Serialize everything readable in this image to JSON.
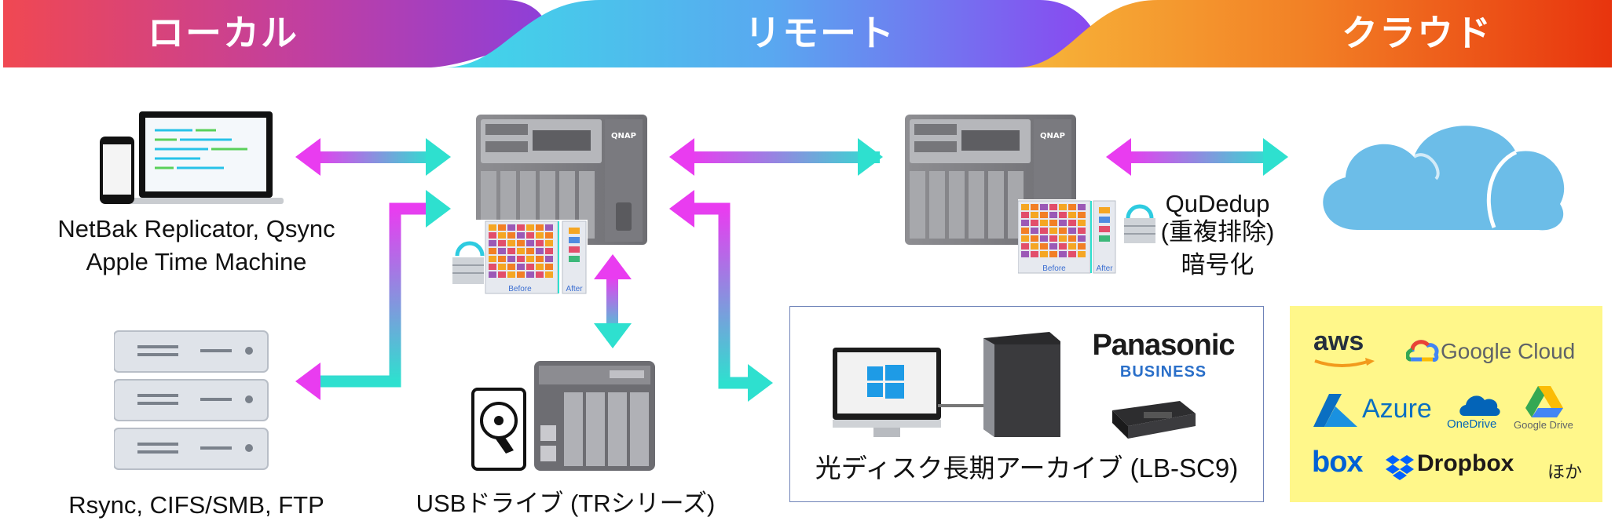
{
  "banner": {
    "local": "ローカル",
    "remote": "リモート",
    "cloud": "クラウド",
    "colors": {
      "local_start": "#f04852",
      "local_end": "#8d3fd9",
      "remote_start": "#3fd9e8",
      "remote_end": "#8a46f0",
      "cloud_start": "#f7b63a",
      "cloud_end": "#e8340e"
    }
  },
  "captions": {
    "pc_line1": "NetBak Replicator, Qsync",
    "pc_line2": "Apple Time Machine",
    "servers": "Rsync, CIFS/SMB, FTP",
    "usb": "USBドライブ (TRシリーズ)",
    "dedup_line1": "QuDedup",
    "dedup_line2": "(重複排除)",
    "dedup_line3": "暗号化",
    "archive": "光ディスク長期アーカイブ (LB-SC9)"
  },
  "nas": {
    "brand": "QNAP"
  },
  "dedup_chart": {
    "before": "Before",
    "after": "After"
  },
  "archive": {
    "brand": "Panasonic",
    "sub": "BUSINESS"
  },
  "cloud_services": {
    "aws": "aws",
    "google_cloud": "Google Cloud",
    "azure": "Azure",
    "onedrive": "OneDrive",
    "google_drive": "Google Drive",
    "box": "box",
    "dropbox": "Dropbox",
    "others": "ほか"
  },
  "colors": {
    "arrow_magenta": "#e93cf0",
    "arrow_teal": "#2ee0cf",
    "cloud_fill": "#6cbde8",
    "cloud_box": "#fff78a",
    "archive_border": "#6f83b8"
  }
}
